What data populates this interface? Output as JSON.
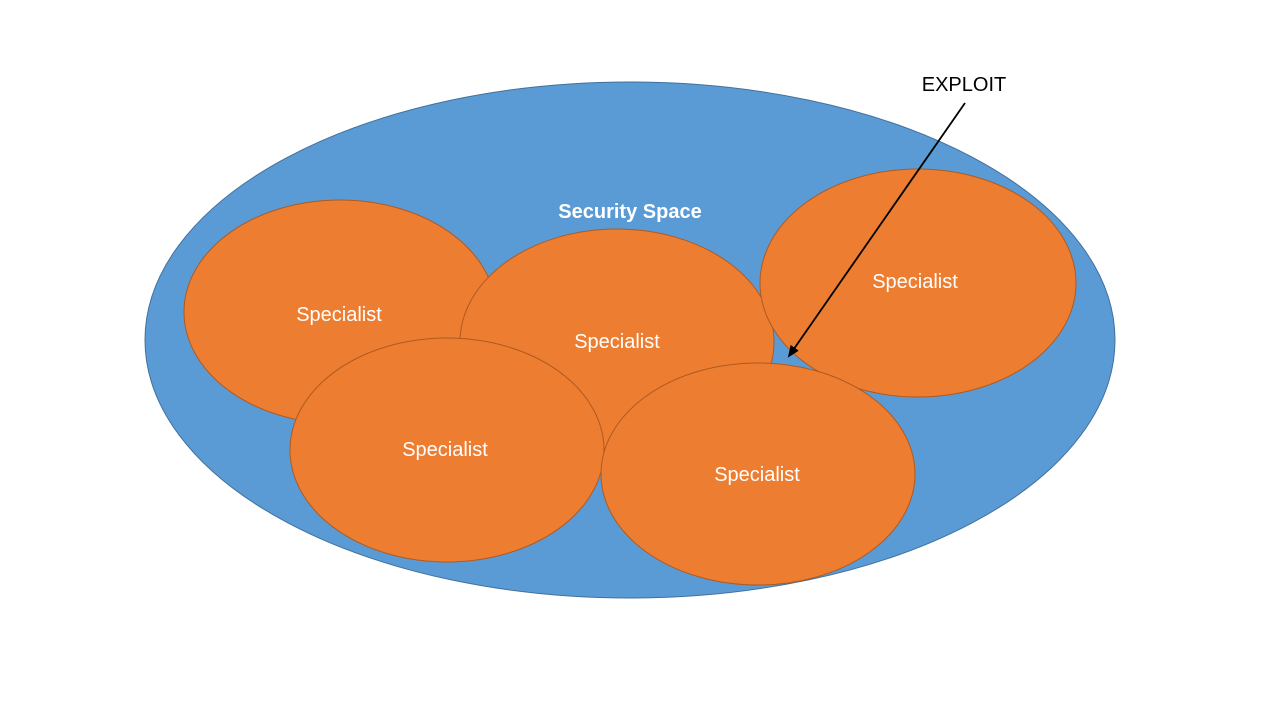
{
  "diagram": {
    "container": {
      "label": "Security Space",
      "fill": "#5B9BD5",
      "stroke": "#41719C",
      "label_color": "#FFFFFF"
    },
    "specialist_style": {
      "fill": "#ED7D31",
      "stroke": "#AE5A21",
      "label_color": "#FFFFFF"
    },
    "specialists": [
      {
        "label": "Specialist"
      },
      {
        "label": "Specialist"
      },
      {
        "label": "Specialist"
      },
      {
        "label": "Specialist"
      },
      {
        "label": "Specialist"
      }
    ],
    "annotation": {
      "label": "EXPLOIT",
      "color": "#000000"
    }
  }
}
